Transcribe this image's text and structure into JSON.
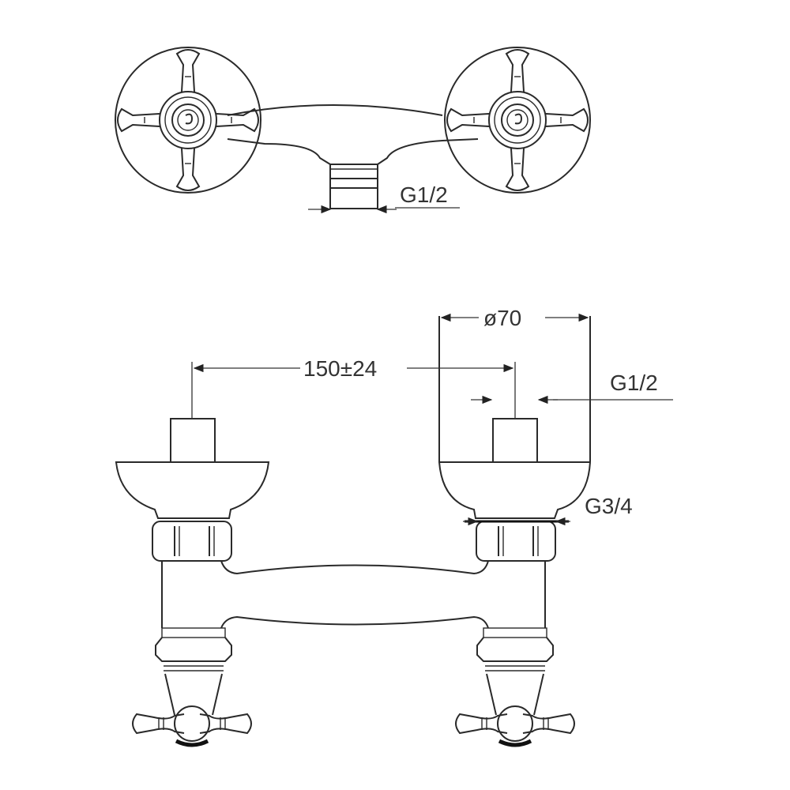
{
  "top_view": {
    "label_outlet": "G1/2"
  },
  "front_view": {
    "label_center_distance": "150±24",
    "label_diameter": "ø70",
    "label_inlet": "G1/2",
    "label_connection": "G3/4"
  },
  "colors": {
    "line": "#2a2a2a",
    "background": "#ffffff"
  }
}
